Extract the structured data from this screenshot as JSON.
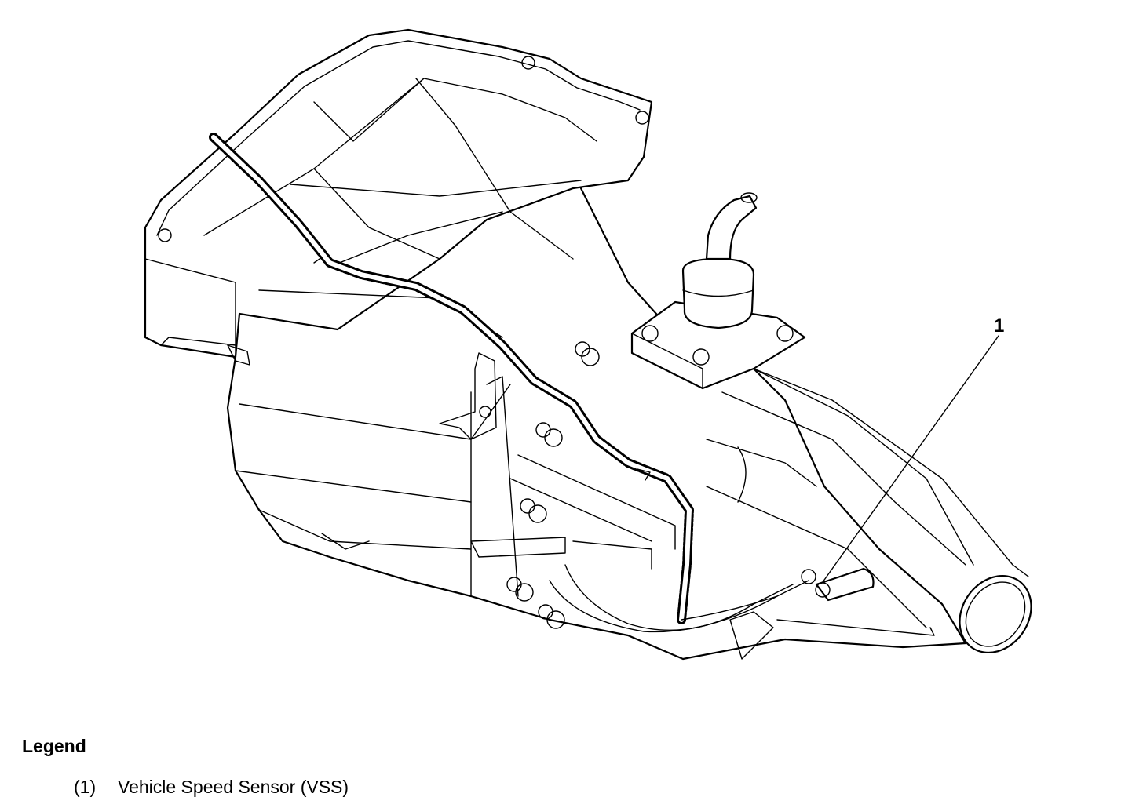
{
  "callouts": [
    {
      "number": "1"
    }
  ],
  "legend": {
    "title": "Legend",
    "items": [
      {
        "number": "(1)",
        "label": "Vehicle Speed Sensor (VSS)"
      }
    ]
  }
}
